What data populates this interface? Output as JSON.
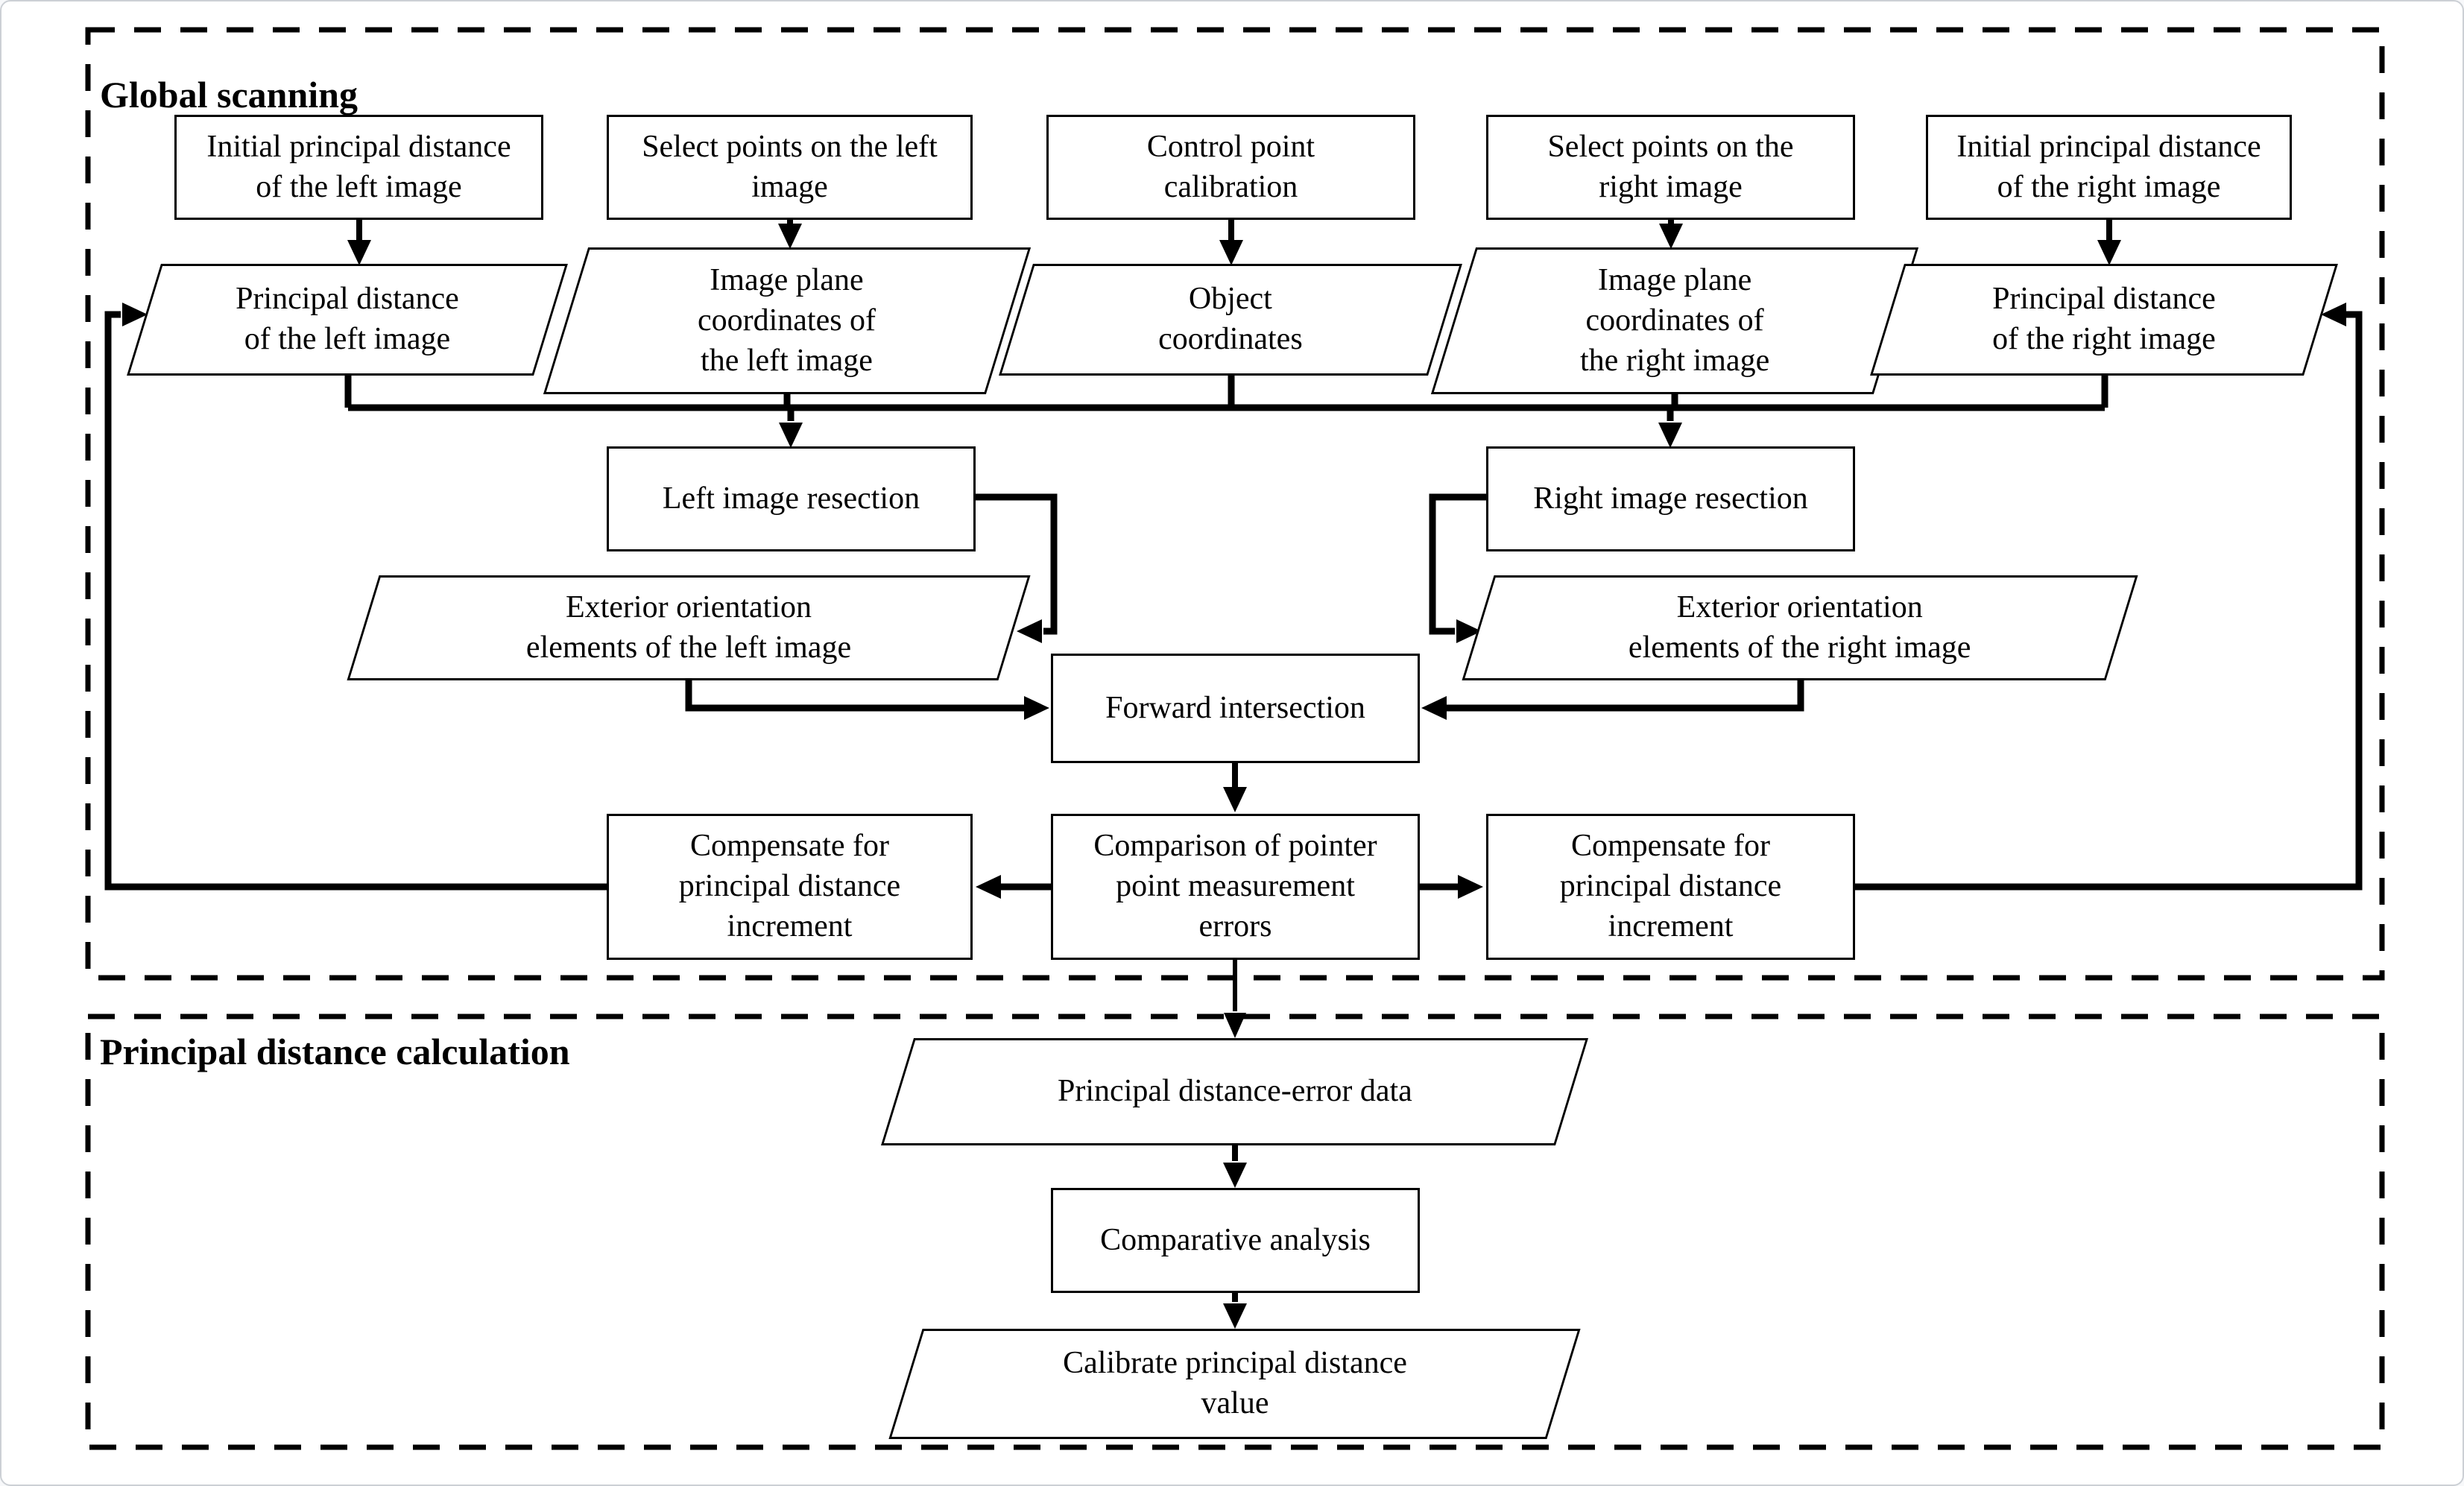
{
  "page": {
    "background": "#ffffff",
    "page_border_color": "#ccd0d5",
    "line_color": "#000000"
  },
  "sections": {
    "global_scanning": {
      "title": "Global scanning"
    },
    "principal_distance_calculation": {
      "title": "Principal distance calculation"
    }
  },
  "nodes": {
    "initial_pd_left": {
      "shape": "process",
      "label": "Initial principal distance\nof the left image"
    },
    "select_points_left": {
      "shape": "process",
      "label": "Select points on the left\nimage"
    },
    "control_point_calibration": {
      "shape": "process",
      "label": "Control point\ncalibration"
    },
    "select_points_right": {
      "shape": "process",
      "label": "Select points on the\nright image"
    },
    "initial_pd_right": {
      "shape": "process",
      "label": "Initial principal distance\nof the right image"
    },
    "pd_left": {
      "shape": "data",
      "label": "Principal distance\nof the left image"
    },
    "image_plane_left": {
      "shape": "data",
      "label": "Image plane\ncoordinates of\nthe left image"
    },
    "object_coordinates": {
      "shape": "data",
      "label": "Object\ncoordinates"
    },
    "image_plane_right": {
      "shape": "data",
      "label": "Image plane\ncoordinates of\nthe right image"
    },
    "pd_right": {
      "shape": "data",
      "label": "Principal distance\nof the right image"
    },
    "left_resection": {
      "shape": "process",
      "label": "Left image resection"
    },
    "right_resection": {
      "shape": "process",
      "label": "Right image resection"
    },
    "eo_left": {
      "shape": "data",
      "label": "Exterior orientation\nelements of the left image"
    },
    "eo_right": {
      "shape": "data",
      "label": "Exterior orientation\nelements of the right image"
    },
    "forward_intersection": {
      "shape": "process",
      "label": "Forward intersection"
    },
    "compensate_left": {
      "shape": "process",
      "label": "Compensate for\nprincipal distance\nincrement"
    },
    "comparison_errors": {
      "shape": "process",
      "label": "Comparison of pointer\npoint measurement\nerrors"
    },
    "compensate_right": {
      "shape": "process",
      "label": "Compensate for\nprincipal distance\nincrement"
    },
    "pd_error_data": {
      "shape": "data",
      "label": "Principal distance-error data"
    },
    "comparative_analysis": {
      "shape": "process",
      "label": "Comparative analysis"
    },
    "calibrate_pd_value": {
      "shape": "data",
      "label": "Calibrate principal distance\nvalue"
    }
  }
}
